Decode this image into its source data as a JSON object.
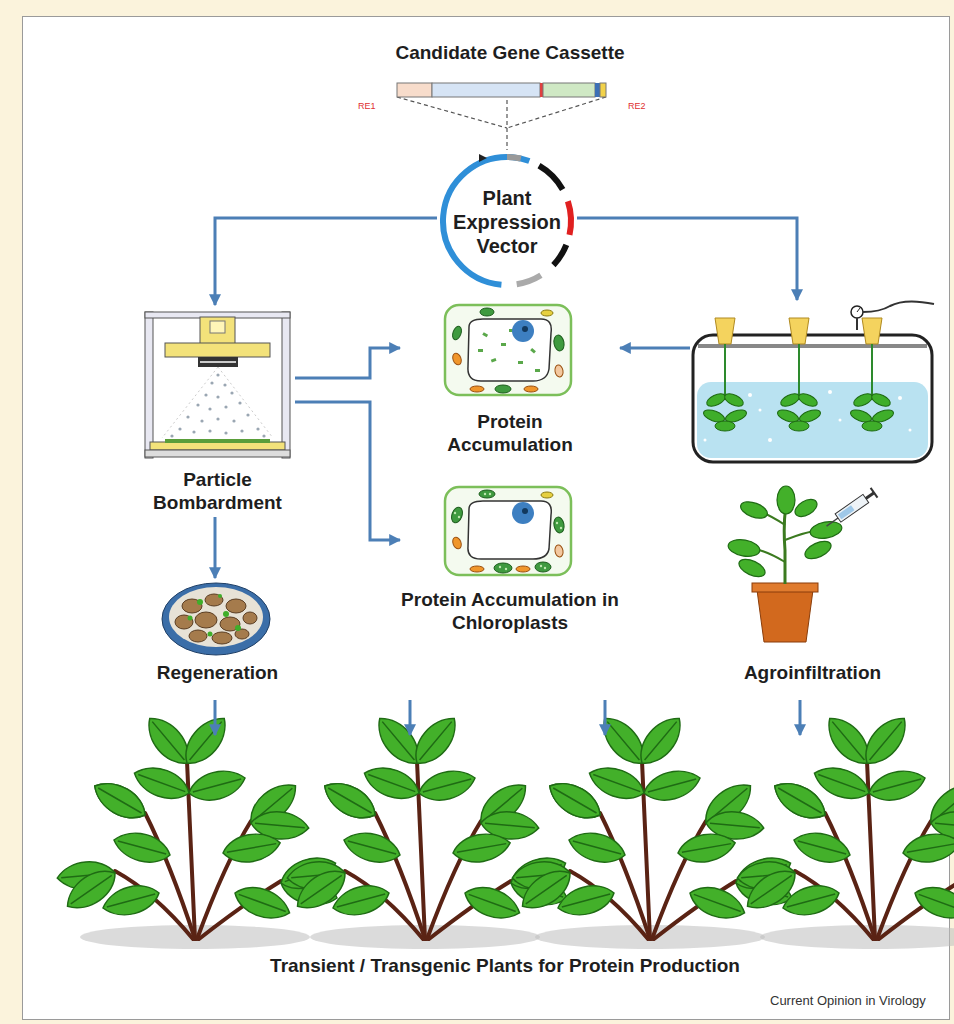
{
  "diagram": {
    "nodes": [
      {
        "text": [
          "Candidate Gene Cassette"
        ]
      },
      {
        "text": [
          "Plant Expression Vector"
        ]
      },
      {
        "text": [
          "Particle Bombardment"
        ]
      },
      {
        "text": [
          "Protein Accumulation"
        ]
      },
      {
        "text": [
          "Agroinfiltration"
        ]
      },
      {
        "text": [
          "Protein Accumulation in Chloroplasts"
        ]
      },
      {
        "text": [
          "Regeneration"
        ]
      },
      {
        "text": [
          "Transient / Transgenic Plants for Protein Production"
        ]
      }
    ],
    "edges": [
      {
        "from": 0,
        "to": 1,
        "arrow": "none"
      },
      {
        "from": 1,
        "to": 2,
        "arrow": "to"
      },
      {
        "from": 1,
        "to": 4,
        "arrow": "to"
      },
      {
        "from": 2,
        "to": 3,
        "arrow": "to"
      },
      {
        "from": 2,
        "to": 5,
        "arrow": "to"
      },
      {
        "from": 4,
        "to": 3,
        "arrow": "to"
      },
      {
        "from": 2,
        "to": 6,
        "arrow": "to"
      },
      {
        "from": 6,
        "to": 7,
        "arrow": "to"
      },
      {
        "from": 5,
        "to": 7,
        "arrow": "to"
      },
      {
        "from": 5,
        "to": 7,
        "arrow": "to"
      },
      {
        "from": 4,
        "to": 7,
        "arrow": "to"
      }
    ],
    "labels": [
      "RE1",
      "RE2",
      "Current Opinion in Virology"
    ]
  }
}
